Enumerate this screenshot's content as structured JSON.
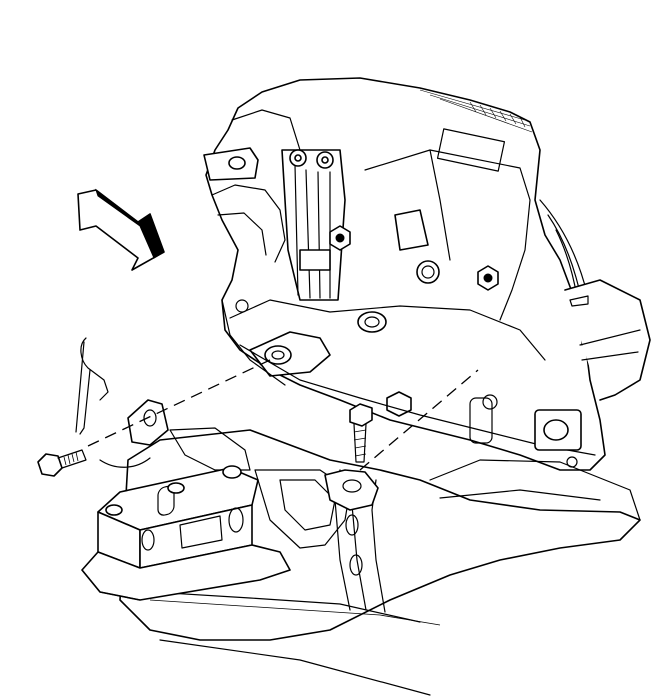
{
  "figure": {
    "colors": {
      "line": "#000000",
      "background": "#ffffff",
      "arrow_fill": "#000000"
    },
    "components": [
      "transmission-housing",
      "transmission-mount-bracket",
      "frame-crossmember",
      "through-bolt",
      "mount-stud-bolt",
      "retaining-clip",
      "direction-arrow"
    ]
  }
}
